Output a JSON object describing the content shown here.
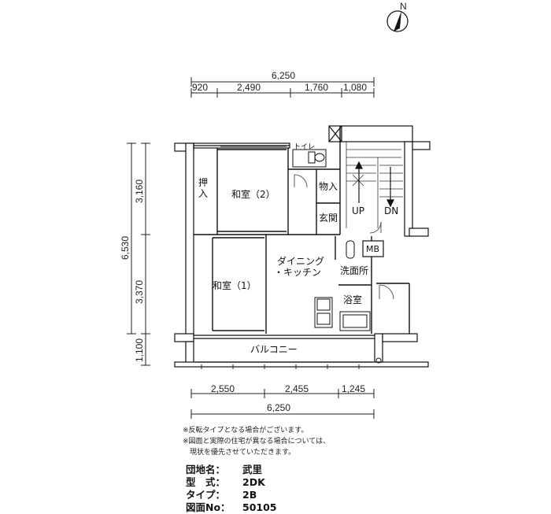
{
  "compass": {
    "label": "N"
  },
  "dimensions": {
    "top_total": "6,250",
    "top_segments": [
      "920",
      "2,490",
      "1,760",
      "1,080"
    ],
    "bottom_segments": [
      "2,550",
      "2,455",
      "1,245"
    ],
    "bottom_total": "6,250",
    "left_total": "6,530",
    "left_segments": [
      "3,160",
      "3,370",
      "1,100"
    ]
  },
  "rooms": {
    "toilet": "トイレ",
    "closet": "押入",
    "washitsu2": "和室（2）",
    "storage": "物入",
    "entrance": "玄関",
    "up": "UP",
    "down": "DN",
    "meter_box": "MB",
    "dining_kitchen_1": "ダイニング",
    "dining_kitchen_2": "・キッチン",
    "washroom": "洗面所",
    "washitsu1": "和室（1）",
    "bath": "浴室",
    "balcony": "バルコニー"
  },
  "notes": [
    "※反転タイプとなる場合がございます。",
    "※図面と実際の住宅が異なる場合については、",
    "　現状を優先させていただきます。"
  ],
  "info": [
    {
      "label": "団地名：",
      "value": "武里"
    },
    {
      "label": "型　式：",
      "value": "2DK"
    },
    {
      "label": "タイプ：",
      "value": "2B"
    },
    {
      "label": "図面No：",
      "value": "50105"
    }
  ]
}
